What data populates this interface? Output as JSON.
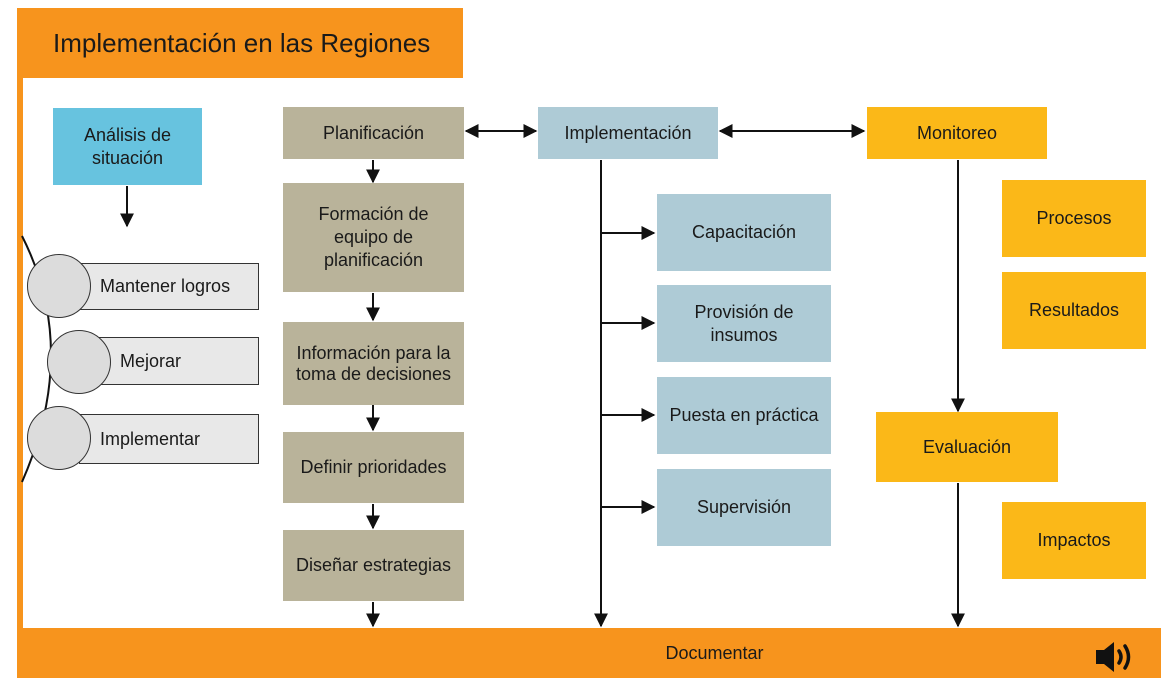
{
  "header": {
    "title": "Implementación en las Regiones"
  },
  "analysis": {
    "label": "Análisis de situación"
  },
  "cycle": {
    "items": [
      {
        "label": "Mantener logros"
      },
      {
        "label": "Mejorar"
      },
      {
        "label": "Implementar"
      }
    ]
  },
  "planning": {
    "title": "Planificación",
    "steps": [
      {
        "label": "Formación de equipo de planificación"
      },
      {
        "label": "Información para la toma de decisiones"
      },
      {
        "label": "Definir prioridades"
      },
      {
        "label": "Diseñar estrategias"
      }
    ]
  },
  "implementation": {
    "title": "Implementación",
    "steps": [
      {
        "label": "Capacitación"
      },
      {
        "label": "Provisión de insumos"
      },
      {
        "label": "Puesta en práctica"
      },
      {
        "label": "Supervisión"
      }
    ]
  },
  "monitoring": {
    "title": "Monitoreo",
    "items": [
      {
        "label": "Procesos"
      },
      {
        "label": "Resultados"
      }
    ]
  },
  "evaluation": {
    "title": "Evaluación",
    "items": [
      {
        "label": "Impactos"
      }
    ]
  },
  "footer": {
    "label": "Documentar",
    "icon": "speaker-icon"
  },
  "colors": {
    "orange": "#f7941d",
    "tan": "#b9b39a",
    "blue": "#aecbd6",
    "yellow": "#fbb818",
    "cyan": "#67c3df"
  }
}
